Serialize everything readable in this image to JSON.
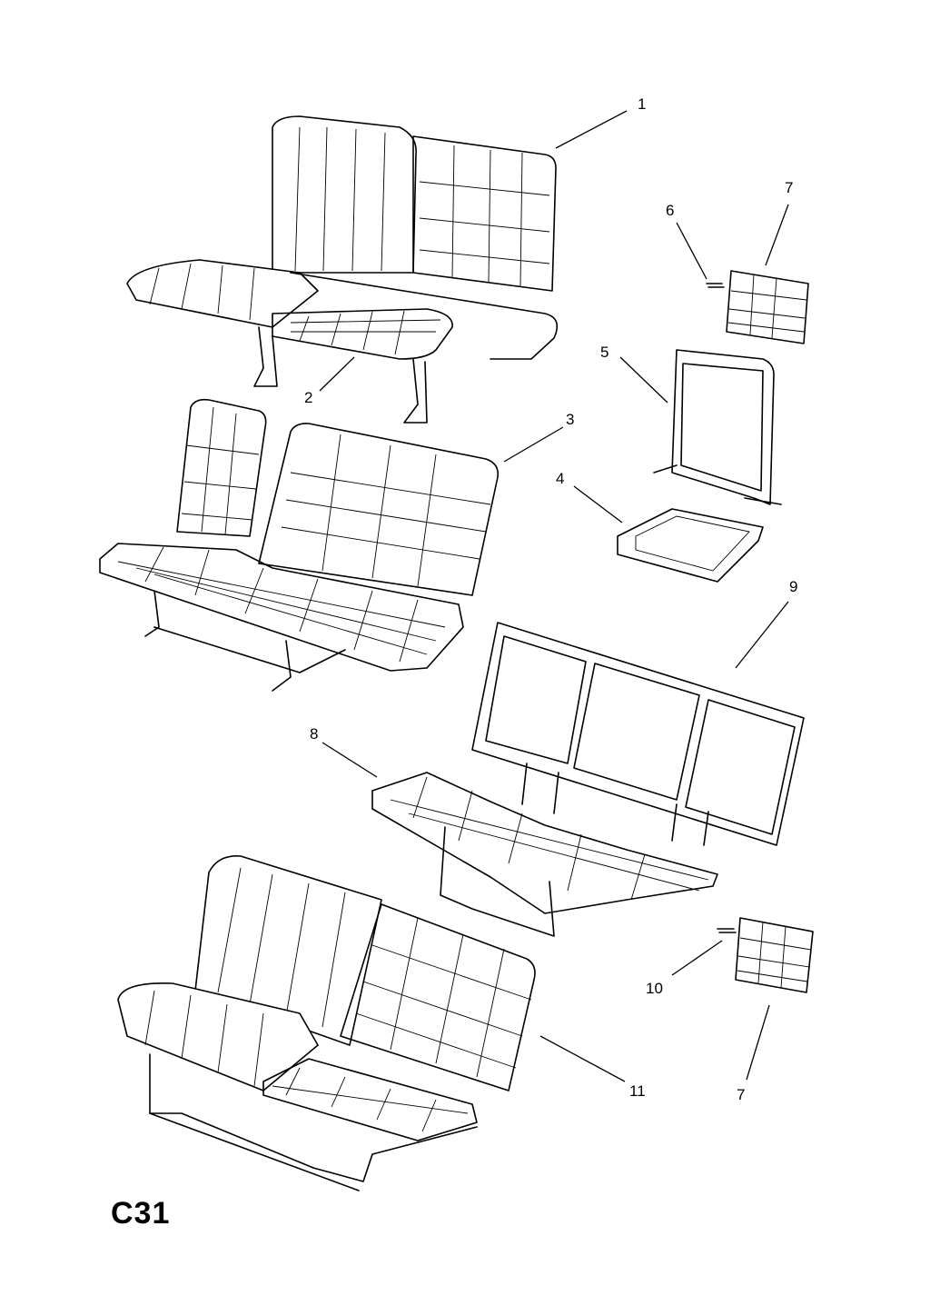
{
  "diagram": {
    "page_code": "C31",
    "callouts": [
      {
        "id": "c1",
        "label": "1"
      },
      {
        "id": "c2",
        "label": "2"
      },
      {
        "id": "c3",
        "label": "3"
      },
      {
        "id": "c4",
        "label": "4"
      },
      {
        "id": "c5",
        "label": "5"
      },
      {
        "id": "c6",
        "label": "6"
      },
      {
        "id": "c7a",
        "label": "7"
      },
      {
        "id": "c8",
        "label": "8"
      },
      {
        "id": "c9",
        "label": "9"
      },
      {
        "id": "c10",
        "label": "10"
      },
      {
        "id": "c11",
        "label": "11"
      },
      {
        "id": "c7b",
        "label": "7"
      }
    ]
  }
}
